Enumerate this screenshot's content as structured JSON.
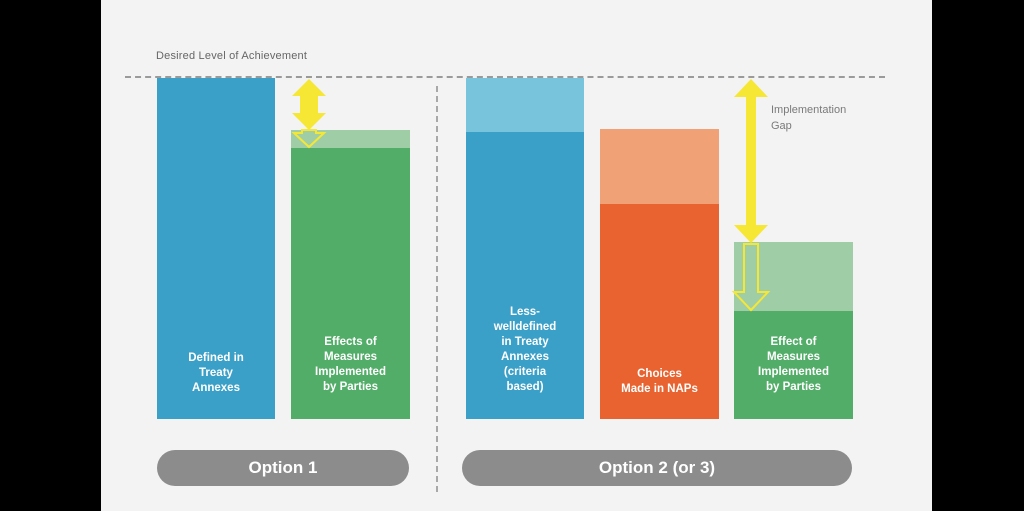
{
  "header": {
    "desired_level_label": "Desired Level of Achievement"
  },
  "option1": {
    "button_label": "Option 1",
    "bars": {
      "defined": {
        "label": "Defined in\nTreaty\nAnnexes"
      },
      "effects": {
        "label": "Effects of\nMeasures\nImplemented\nby Parties"
      }
    }
  },
  "option2": {
    "button_label": "Option 2 (or 3)",
    "bars": {
      "lessdefined": {
        "label": "Less-\nwelldefined\nin Treaty\nAnnexes\n(criteria\nbased)"
      },
      "choices": {
        "label": "Choices\nMade in NAPs"
      },
      "effect": {
        "label": "Effect of\nMeasures\nImplemented\nby Parties"
      }
    }
  },
  "implementation_gap_label": "Implementation\nGap",
  "colors": {
    "blue": "#3ba0c8",
    "blue_light": "#79c4dd",
    "green": "#52ad68",
    "green_light": "#9fcea6",
    "orange": "#e8632f",
    "orange_light": "#f0a276",
    "arrow_yellow": "#f7e735",
    "pill_gray": "#8c8c8c"
  }
}
